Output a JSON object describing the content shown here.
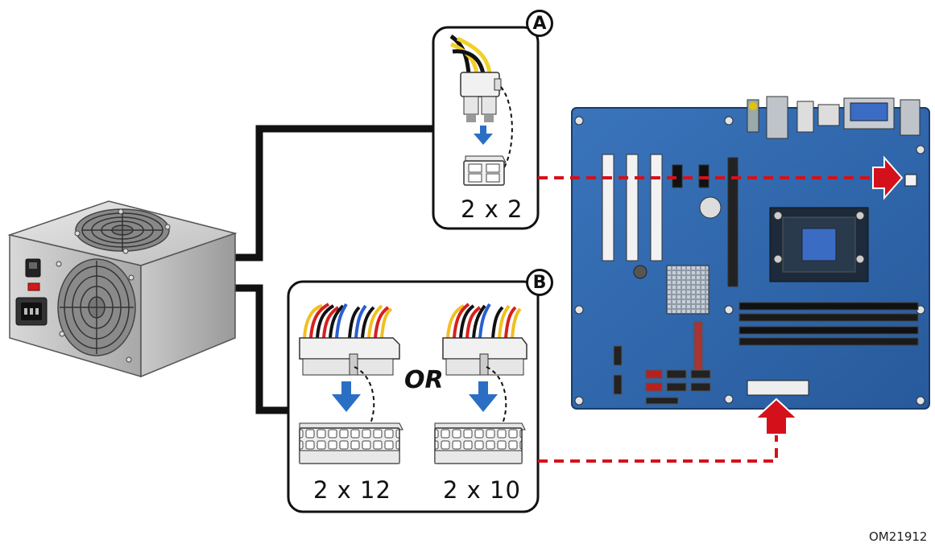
{
  "panel_a": {
    "badge": "A",
    "label": "2 x 2"
  },
  "panel_b": {
    "badge": "B",
    "label_left": "2 x 12",
    "label_right": "2 x 10",
    "or_text": "OR"
  },
  "figure_id": "OM21912",
  "colors": {
    "board_blue": "#2f64a8",
    "arrow_red": "#d4111b",
    "cable": "#111111",
    "blue_arrow": "#2b6fc4",
    "psu_gray": "#b9b9b9"
  }
}
